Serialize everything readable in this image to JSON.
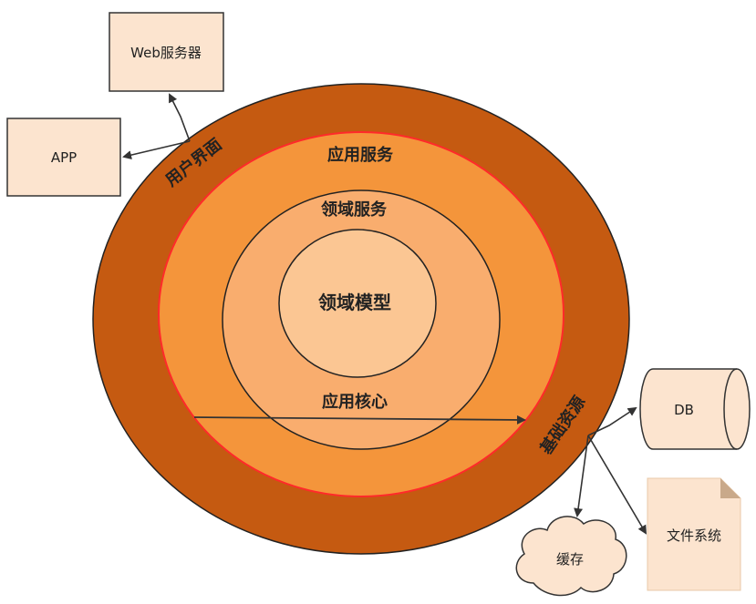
{
  "colors": {
    "outer_ring": "#c55a11",
    "app_ring": "#f4953b",
    "domain_service": "#f9ad6e",
    "domain_model": "#fbc693",
    "box_fill": "#fce4cf",
    "stroke": "#222222",
    "red_border": "#ff2a2a",
    "arrow": "#333333"
  },
  "rings": {
    "user_interface": "用户界面",
    "infrastructure": "基础资源",
    "application_service": "应用服务",
    "domain_service": "领域服务",
    "domain_model": "领域模型",
    "application_core": "应用核心"
  },
  "nodes": {
    "web_server": "Web服务器",
    "app": "APP",
    "db": "DB",
    "cache": "缓存",
    "file_system": "文件系统"
  }
}
